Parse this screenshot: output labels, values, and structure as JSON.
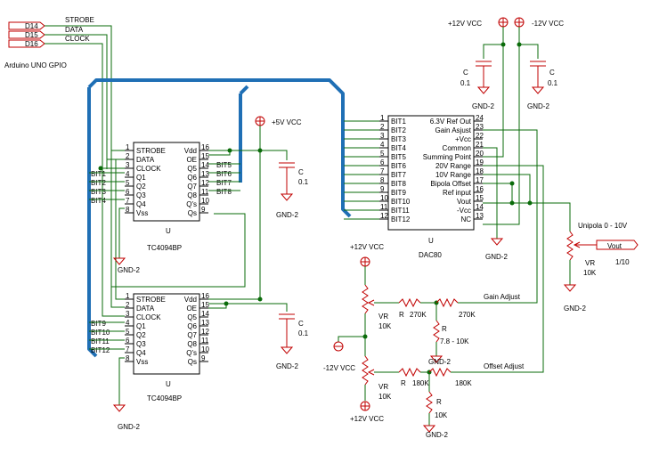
{
  "arduino": {
    "label": "Arduino UNO GPIO",
    "pins": [
      "D14",
      "D15",
      "D16"
    ],
    "signals": [
      "STROBE",
      "DATA",
      "CLOCK"
    ]
  },
  "ic1": {
    "left_pins": [
      "1",
      "2",
      "3",
      "4",
      "5",
      "6",
      "7",
      "8"
    ],
    "left_names": [
      "STROBE",
      "DATA",
      "CLOCK",
      "Q1",
      "Q2",
      "Q3",
      "Q4",
      "Vss"
    ],
    "right_pins": [
      "16",
      "15",
      "14",
      "13",
      "12",
      "11",
      "10",
      "9"
    ],
    "right_names": [
      "Vdd",
      "OE",
      "Q5",
      "Q6",
      "Q7",
      "Q8",
      "Q's",
      "Qs"
    ],
    "left_bits": [
      "BIT1",
      "BIT2",
      "BIT3",
      "BIT4"
    ],
    "right_bits": [
      "BIT5",
      "BIT6",
      "BIT7",
      "BIT8"
    ],
    "ref": "U",
    "part": "TC4094BP",
    "gnd": "GND-2"
  },
  "ic2": {
    "left_pins": [
      "1",
      "2",
      "3",
      "4",
      "5",
      "6",
      "7",
      "8"
    ],
    "left_names": [
      "STROBE",
      "DATA",
      "CLOCK",
      "Q1",
      "Q2",
      "Q3",
      "Q4",
      "Vss"
    ],
    "right_pins": [
      "16",
      "15",
      "14",
      "13",
      "12",
      "11",
      "10",
      "9"
    ],
    "right_names": [
      "Vdd",
      "OE",
      "Q5",
      "Q6",
      "Q7",
      "Q8",
      "Q's",
      "Qs"
    ],
    "left_bits": [
      "BIT9",
      "BIT10",
      "BIT11",
      "BIT12"
    ],
    "ref": "U",
    "part": "TC4094BP",
    "gnd": "GND-2"
  },
  "dac": {
    "left_pins": [
      "1",
      "2",
      "3",
      "4",
      "5",
      "6",
      "7",
      "8",
      "9",
      "10",
      "11",
      "12"
    ],
    "left_names": [
      "BIT1",
      "BIT2",
      "BIT3",
      "BIT4",
      "BIT5",
      "BIT6",
      "BIT7",
      "BIT8",
      "BIT9",
      "BIT10",
      "BIT11",
      "BIT12"
    ],
    "right_pins": [
      "24",
      "23",
      "22",
      "21",
      "20",
      "19",
      "18",
      "17",
      "16",
      "15",
      "14",
      "13"
    ],
    "right_names": [
      "6.3V Ref Out",
      "Gain Asjust",
      "+Vcc",
      "Common",
      "Summing Point",
      "20V Range",
      "10V Range",
      "Bipola Offset",
      "Ref input",
      "Vout",
      "-Vcc",
      "NC"
    ],
    "ref": "U",
    "part": "DAC80",
    "gnd": "GND-2"
  },
  "supply": {
    "vcc5": "+5V VCC",
    "vcc12p": "+12V VCC",
    "vcc12n": "-12V VCC",
    "gnd": "GND-2"
  },
  "caps": [
    {
      "ref": "C",
      "value": "0.1"
    },
    {
      "ref": "C",
      "value": "0.1"
    },
    {
      "ref": "C",
      "value": "0.1"
    },
    {
      "ref": "C",
      "value": "0.1"
    }
  ],
  "output": {
    "title": "Unipola 0 - 10V",
    "vr_ref": "VR",
    "vr_value": "10K",
    "port": "Vout",
    "ratio": "1/10"
  },
  "gain": {
    "label": "Gain Adjust",
    "vr_ref": "VR",
    "vr_value": "10K",
    "r1_ref": "R",
    "r1_value": "270K",
    "r2_value": "270K",
    "r3_ref": "R",
    "r3_value": "7.8 - 10K"
  },
  "offset": {
    "label": "Offset Adjust",
    "vr_ref": "VR",
    "vr_value": "10K",
    "r1_ref": "R",
    "r1_value": "180K",
    "r2_value": "180K",
    "r3_ref": "R",
    "r3_value": "10K"
  }
}
